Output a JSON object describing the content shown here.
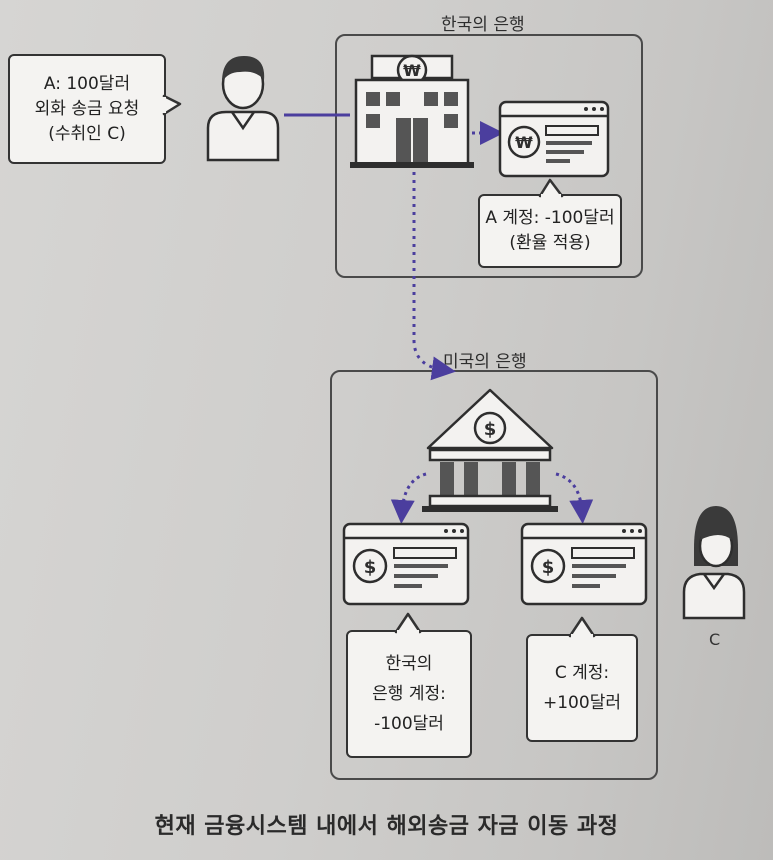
{
  "korea_bank": {
    "title": "한국의 은행"
  },
  "us_bank": {
    "title": "미국의 은행"
  },
  "sender_request": {
    "lines": [
      "A: 100달러",
      "외화 송금 요청",
      "(수취인 C)"
    ]
  },
  "korea_account_note": {
    "lines": [
      "A 계정: -100달러",
      "(환율 적용)"
    ]
  },
  "us_korea_account_note": {
    "lines": [
      "한국의",
      "은행 계정:",
      "-100달러"
    ]
  },
  "c_account_note": {
    "lines": [
      "C 계정:",
      "+100달러"
    ]
  },
  "recipient": {
    "label": "C"
  },
  "caption": "현재 금융시스템 내에서 해외송금 자금 이동 과정",
  "icons": {
    "sender": "person-icon",
    "korea_bank": "won-bank-building-icon",
    "korea_account": "won-account-window-icon",
    "us_bank": "dollar-bank-building-icon",
    "us_account_left": "dollar-account-window-icon",
    "us_account_right": "dollar-account-window-icon",
    "recipient": "person-female-icon"
  },
  "colors": {
    "arrow": "#4b3e9e",
    "outline": "#3a3a3a"
  }
}
